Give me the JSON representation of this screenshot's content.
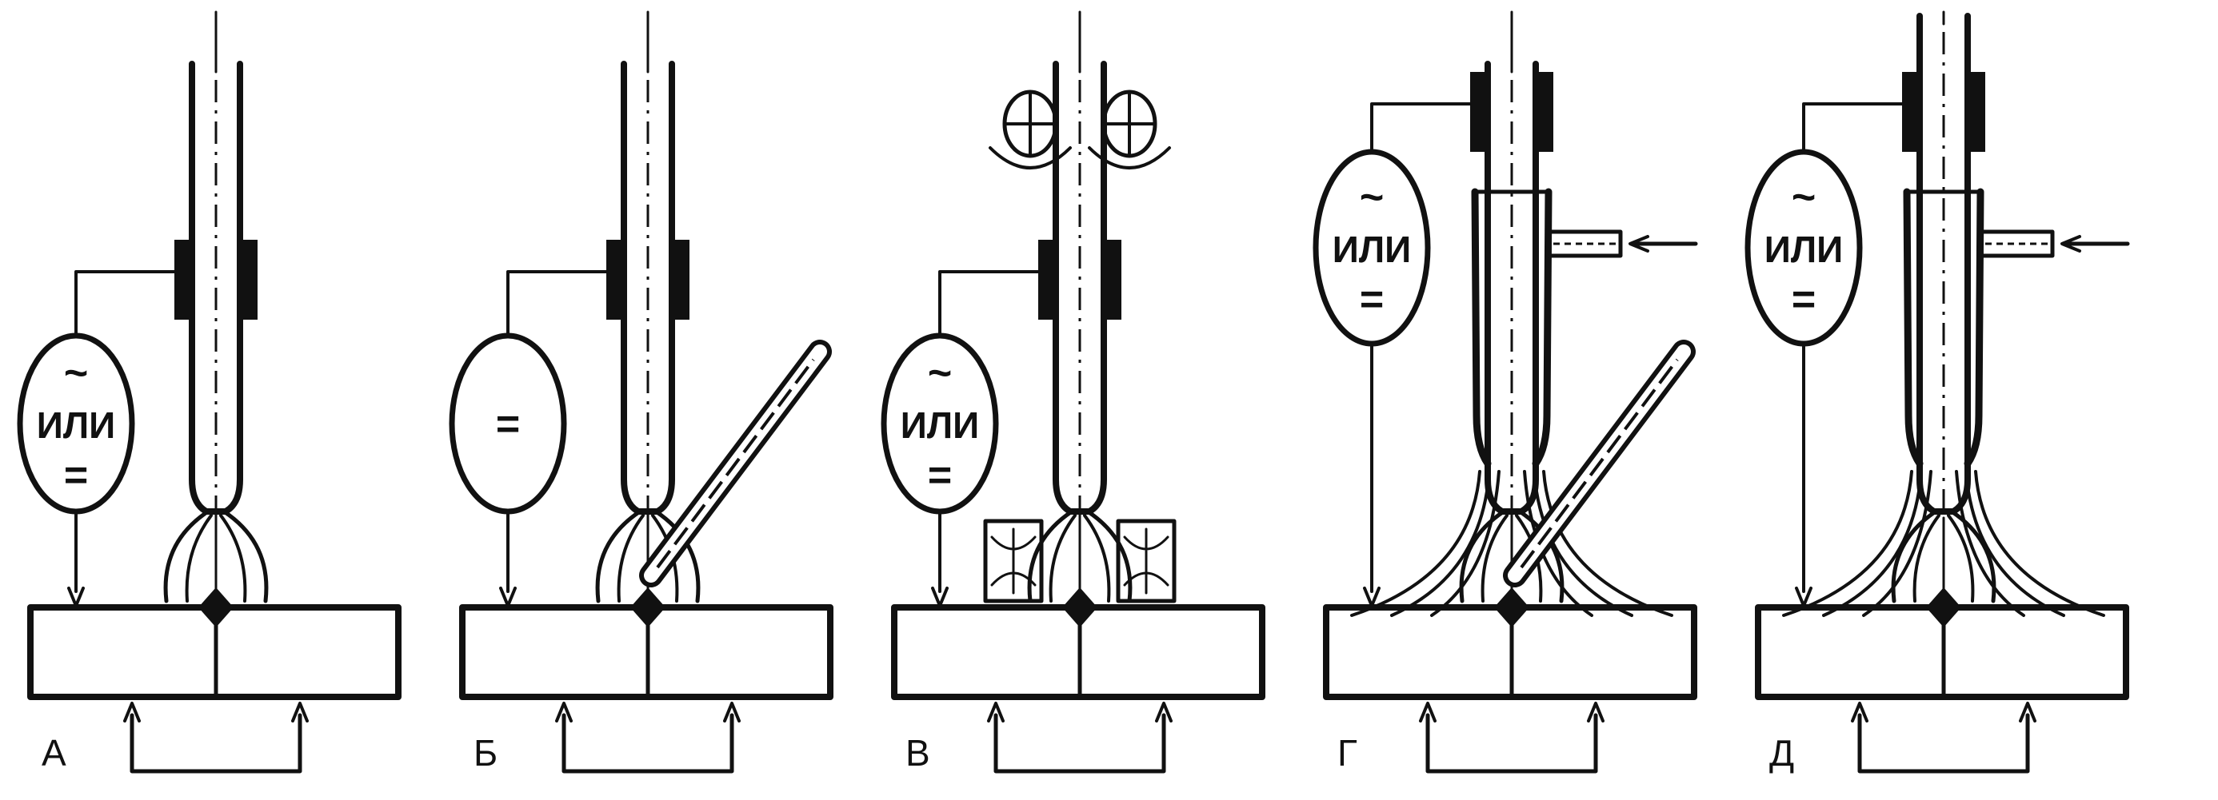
{
  "figure": {
    "panels": [
      {
        "id": "a",
        "label": "А",
        "source": {
          "lines": [
            "~",
            "ИЛИ",
            "="
          ]
        },
        "filler_rod": false,
        "rollers": false,
        "gas_nozzle": false
      },
      {
        "id": "b",
        "label": "Б",
        "source": {
          "lines": [
            "="
          ]
        },
        "filler_rod": true,
        "rollers": false,
        "gas_nozzle": false
      },
      {
        "id": "v",
        "label": "В",
        "source": {
          "lines": [
            "~",
            "ИЛИ",
            "="
          ]
        },
        "filler_rod": false,
        "rollers": true,
        "gas_nozzle": false
      },
      {
        "id": "g",
        "label": "Г",
        "source": {
          "lines": [
            "~",
            "ИЛИ",
            "="
          ]
        },
        "filler_rod": true,
        "rollers": false,
        "gas_nozzle": true
      },
      {
        "id": "d",
        "label": "Д",
        "source": {
          "lines": [
            "~",
            "ИЛИ",
            "="
          ]
        },
        "filler_rod": false,
        "rollers": false,
        "gas_nozzle": true
      }
    ]
  },
  "colors": {
    "ink": "#111111",
    "paper": "#ffffff"
  }
}
